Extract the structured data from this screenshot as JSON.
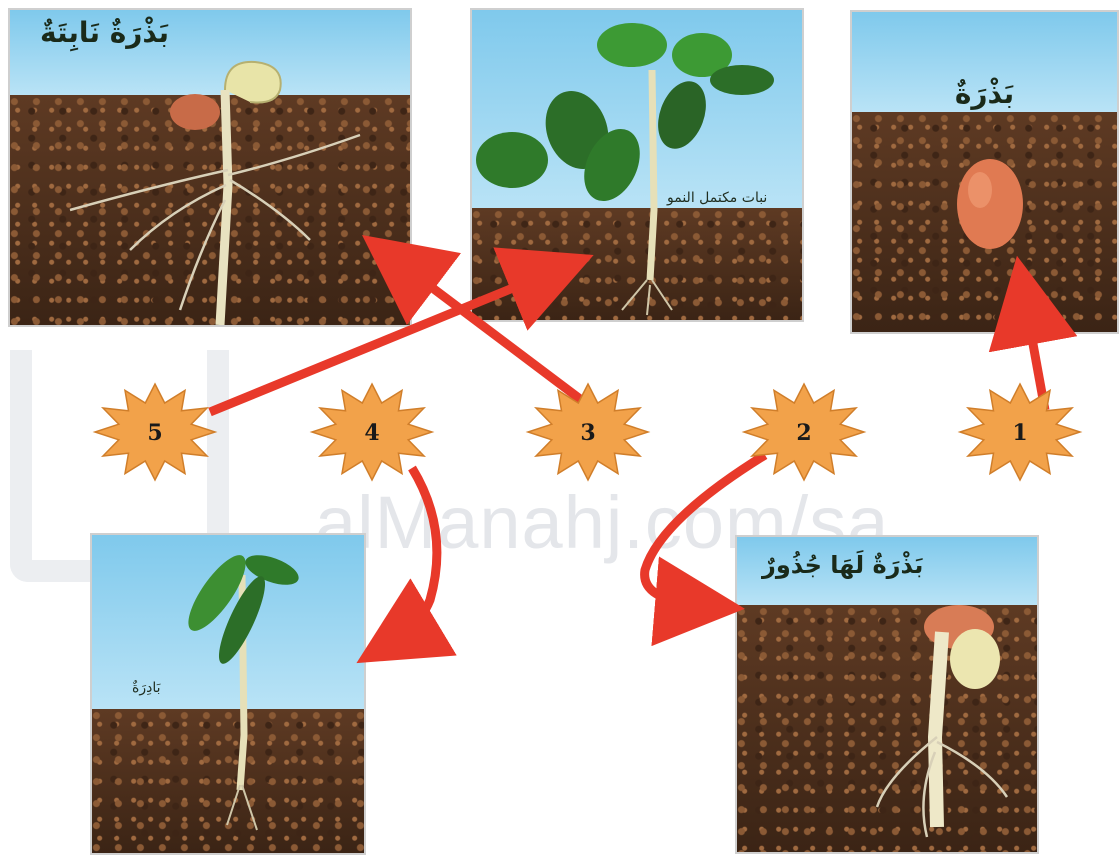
{
  "watermark": {
    "text": "alManahj.com/sa"
  },
  "panels": [
    {
      "id": "seed",
      "title": "بَذْرَةٌ"
    },
    {
      "id": "sprouted",
      "title": "بَذْرَةٌ نَابِتَةٌ"
    },
    {
      "id": "grown",
      "label": "نبات مكتمل النمو"
    },
    {
      "id": "seedling",
      "label": "بَادِرَةٌ"
    },
    {
      "id": "rooted",
      "title": "بَذْرَةٌ لَهَا جُذُورٌ"
    }
  ],
  "stars": [
    "1",
    "2",
    "3",
    "4",
    "5"
  ],
  "colors": {
    "star": "#f2a24a",
    "arrow": "#e8392a",
    "sky": "#8fd0ef",
    "soil": "#4a2c1a"
  }
}
